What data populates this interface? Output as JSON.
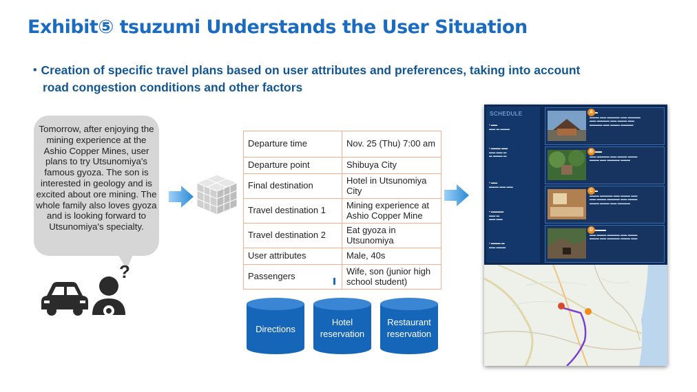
{
  "header": {
    "title": "Exhibit⑤ tsuzumi Understands the User Situation",
    "bullet": "・",
    "subtitle_line1": "Creation of specific travel plans based on user attributes and preferences, taking into account",
    "subtitle_line2": "road congestion conditions and other factors"
  },
  "bubble": {
    "text": "Tomorrow, after enjoying the mining experience at the Ashio Copper Mines, user plans to try Utsunomiya's famous gyoza. The son is interested in geology and is excited about ore mining. The whole family also loves gyoza and is looking forward to Utsunomiya's specialty."
  },
  "icons": {
    "car": "car-icon",
    "user": "user-question-icon",
    "question_mark": "?"
  },
  "table": {
    "rows": [
      {
        "key": "Departure time",
        "value": "Nov. 25 (Thu) 7:00 am"
      },
      {
        "key": "Departure point",
        "value": "Shibuya City"
      },
      {
        "key": "Final destination",
        "value": "Hotel in Utsunomiya City"
      },
      {
        "key": "Travel destination 1",
        "value": "Mining experience at Ashio Copper Mine"
      },
      {
        "key": "Travel destination 2",
        "value": "Eat gyoza in Utsunomiya"
      },
      {
        "key": "User attributes",
        "value": "Male, 40s"
      },
      {
        "key": "Passengers",
        "value": "Wife, son (junior high school student)"
      }
    ]
  },
  "databases": [
    {
      "label1": "Directions",
      "label2": ""
    },
    {
      "label1": "Hotel",
      "label2": "reservation"
    },
    {
      "label1": "Restaurant",
      "label2": "reservation"
    }
  ],
  "schedule": {
    "header": "SCHEDULE",
    "pins": [
      "A",
      "B",
      "C",
      "D"
    ]
  },
  "colors": {
    "title": "#1b6cc0",
    "subtitle": "#14568f",
    "table_border": "#f2b08b",
    "database": "#1565b8",
    "arrow": "#2a8ad8",
    "schedule_bg": "#0d2a56"
  }
}
